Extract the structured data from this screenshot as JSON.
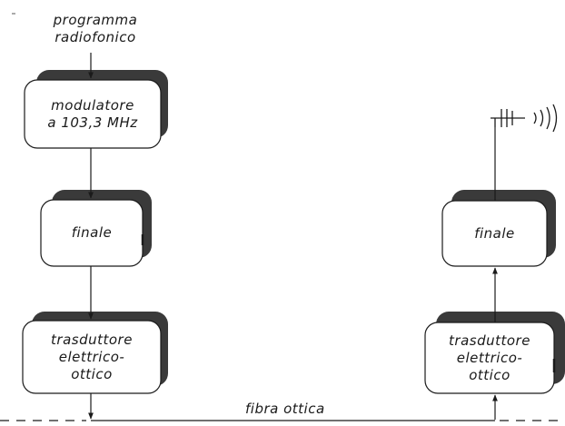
{
  "input_label": [
    "programma",
    "radiofonico"
  ],
  "left_chain": {
    "modulator": [
      "modulatore",
      "a 103,3 MHz"
    ],
    "final": "finale",
    "transducer": [
      "trasduttore",
      "elettrico-",
      "ottico"
    ]
  },
  "right_chain": {
    "final": "finale",
    "transducer": [
      "trasduttore",
      "elettrico-",
      "ottico"
    ]
  },
  "fiber_label": "fibra ottica",
  "colors": {
    "ink": "#1a1a1a",
    "box_shadow": "#3a3a3a",
    "box_fill": "#ffffff"
  },
  "icons": {
    "antenna": "antenna-icon",
    "radio_waves": "radio-waves-icon"
  }
}
